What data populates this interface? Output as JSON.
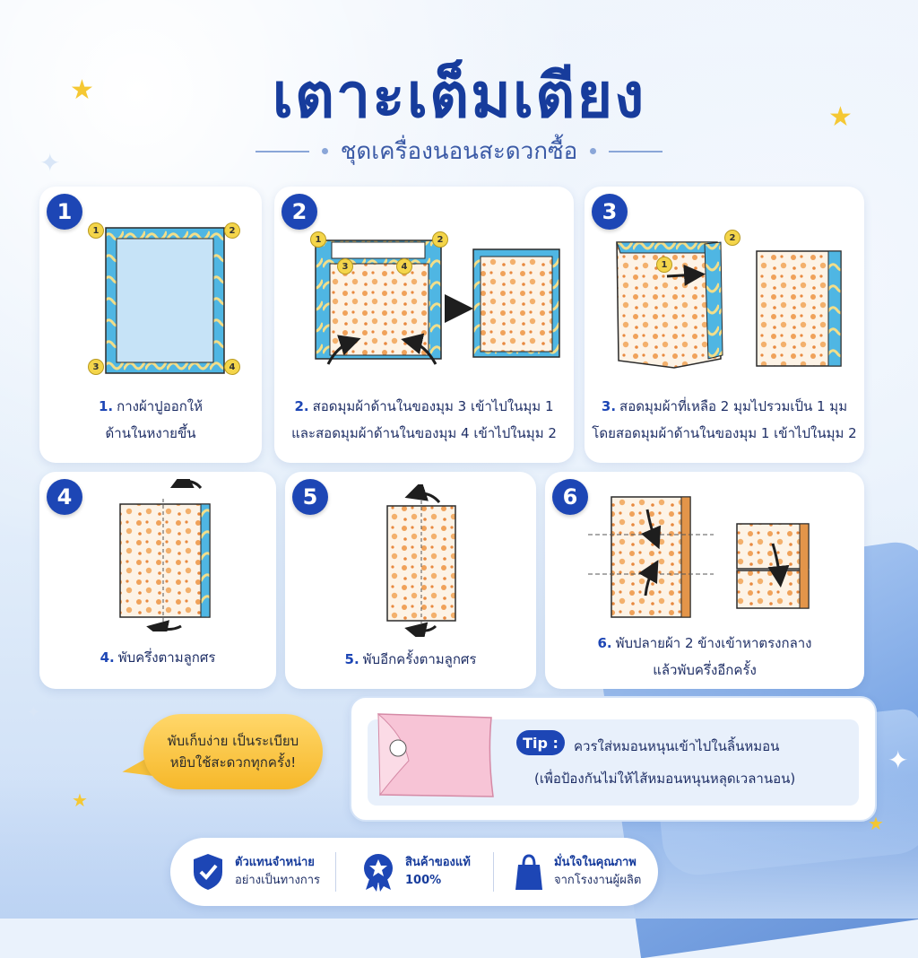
{
  "header": {
    "title": "เตาะเต็มเตียง",
    "subtitle": "ชุดเครื่องนอนสะดวกซื้อ"
  },
  "steps": [
    {
      "num": "1",
      "caption_num": "1.",
      "caption_line1": "กางผ้าปูออกให้",
      "caption_line2": "ด้านในหงายขึ้น"
    },
    {
      "num": "2",
      "caption_num": "2.",
      "caption_line1": "สอดมุมผ้าด้านในของมุม 3 เข้าไปในมุม 1",
      "caption_line2": "และสอดมุมผ้าด้านในของมุม 4 เข้าไปในมุม 2"
    },
    {
      "num": "3",
      "caption_num": "3.",
      "caption_line1": "สอดมุมผ้าที่เหลือ 2 มุมไปรวมเป็น 1 มุม",
      "caption_line2": "โดยสอดมุมผ้าด้านในของมุม 1 เข้าไปในมุม 2"
    },
    {
      "num": "4",
      "caption_num": "4.",
      "caption_line1": "พับครึ่งตามลูกศร"
    },
    {
      "num": "5",
      "caption_num": "5.",
      "caption_line1": "พับอีกครั้งตามลูกศร"
    },
    {
      "num": "6",
      "caption_num": "6.",
      "caption_line1": "พับปลายผ้า 2 ข้างเข้าหาตรงกลาง",
      "caption_line2": "แล้วพับครึ่งอีกครั้ง"
    }
  ],
  "corner_labels": [
    "1",
    "2",
    "3",
    "4"
  ],
  "bubble": {
    "line1": "พับเก็บง่าย เป็นระเบียบ",
    "line2": "หยิบใช้สะดวกทุกครั้ง!"
  },
  "tip": {
    "label": "Tip :",
    "line1": "ควรใส่หมอนหนุนเข้าไปในลิ้นหมอน",
    "line2": "(เพื่อป้องกันไม่ให้ไส้หมอนหนุนหลุดเวลานอน)"
  },
  "badges": [
    {
      "icon": "shield-check-icon",
      "line1": "ตัวแทนจำหน่าย",
      "line2": "อย่างเป็นทางการ"
    },
    {
      "icon": "star-medal-icon",
      "line1": "สินค้าของแท้",
      "line2": "100%"
    },
    {
      "icon": "shopping-bag-icon",
      "line1": "มั่นใจในคุณภาพ",
      "line2": "จากโรงงานผู้ผลิต"
    }
  ],
  "colors": {
    "primary": "#1d46b5",
    "title": "#173c9c",
    "accent": "#f6b82a",
    "fabric_orange": "#f0a25a",
    "fabric_border": "#4fb6e3"
  }
}
